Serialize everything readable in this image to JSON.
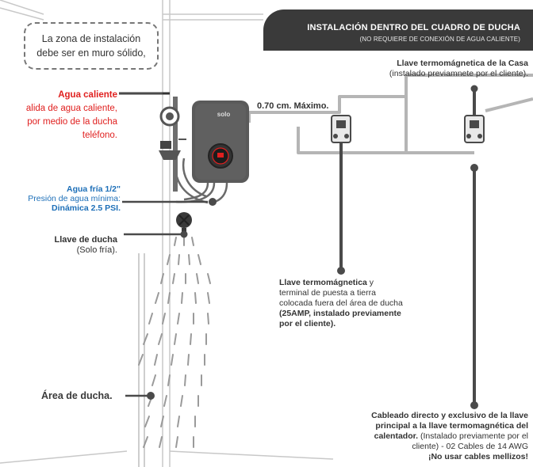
{
  "banner": {
    "title": "INSTALACIÓN DENTRO DEL CUADRO DE DUCHA",
    "subtitle": "(NO REQUIERE DE CONEXIÓN DE AGUA CALIENTE)"
  },
  "note": {
    "line1": "La zona de instalación",
    "line2": "debe ser en muro sólido,"
  },
  "hot_water": {
    "title": "Agua caliente",
    "line1": "alida de agua caliente,",
    "line2": "por medio de la ducha",
    "line3": "teléfono."
  },
  "cold_water": {
    "title": "Agua fría 1/2\"",
    "line1": "Presión de agua mínima:",
    "line2": "Dinámica 2.5 PSI."
  },
  "shower_valve": {
    "title": "Llave de ducha",
    "line1": "(Solo fría)."
  },
  "shower_area": "Área de ducha.",
  "distance": "0.70 cm. Máximo.",
  "heater_brand": "solo",
  "house_breaker": {
    "title": "Llave termomágnetica de la Casa",
    "line1": "(instalado previamnete por el cliente)."
  },
  "breaker_note": {
    "title": "Llave termomágnetica",
    "t1_rest": " y",
    "line2": "terminal de puesta a tierra",
    "line3": "colocada fuera del área de ducha",
    "line4": "(25AMP, instalado previamente",
    "line5": "por el cliente)."
  },
  "wiring_note": {
    "line1": "Cableado directo y exclusivo de la llave",
    "line2": "principal a la llave termomagnética del",
    "line3_bold": "calentador.",
    "line3_rest": " (Instalado previamente por el",
    "line4": "cliente) - 02 Cables de 14 AWG",
    "line5": "¡No usar cables mellizos!"
  },
  "colors": {
    "banner": "#3a3a3a",
    "accent_red": "#e0201f",
    "accent_blue": "#1d6fb8",
    "heater": "#5a5a5a",
    "wire": "#b5b5b5"
  }
}
